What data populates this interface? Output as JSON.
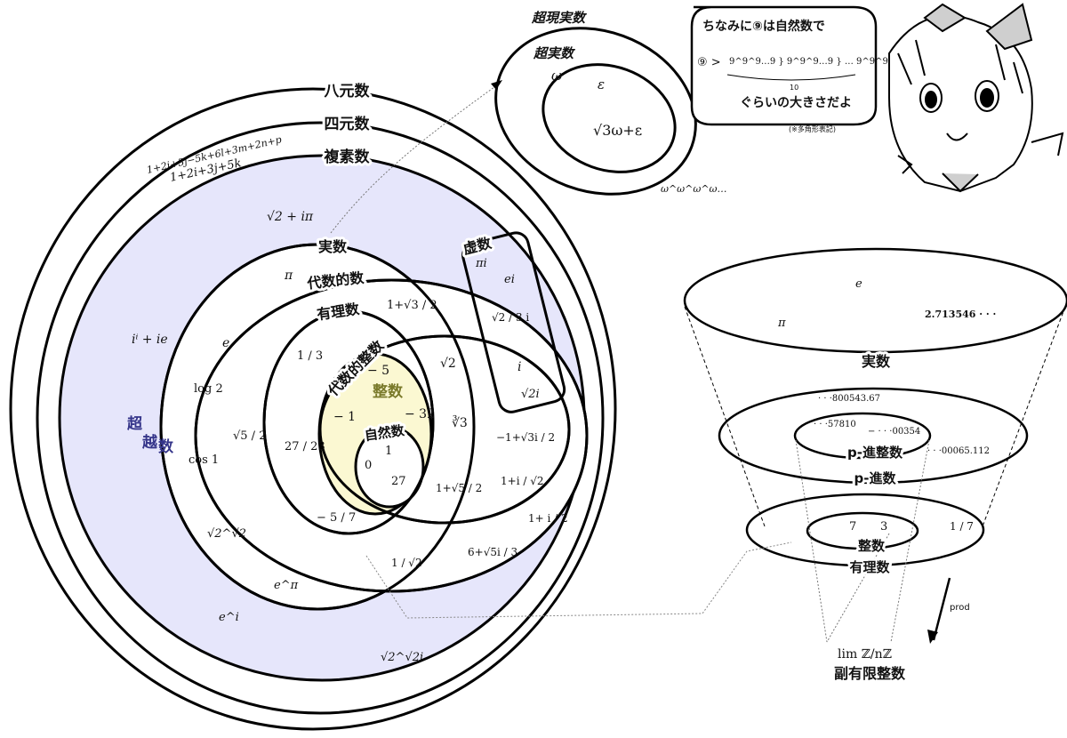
{
  "sets": {
    "octonions": "八元数",
    "quaternions": "四元数",
    "complex": "複素数",
    "real": "実数",
    "algebraic": "代数的数",
    "rational": "有理数",
    "algebraic_integer": "代数的整数",
    "integer": "整数",
    "natural": "自然数",
    "imaginary": "虚数",
    "transcendental": "超越数",
    "hyperreal": "超現実数",
    "surreal": "超実数"
  },
  "examples": {
    "octonion": "1+2i+3j−5k+6l+3m+2n+p",
    "quaternion": "1+2i+3j+5k",
    "complex_a": "√2 + iπ",
    "ii": "iⁱ + ie",
    "pi": "π",
    "e": "e",
    "log2": "log 2",
    "cos1": "cos 1",
    "sqrt2_pow": "√2^√2",
    "e_pi": "e^π",
    "e_i": "e^i",
    "sqrt2_pow_i": "√2^√2i",
    "frac_1sqrt3_2": "1+√3 / 2",
    "sqrt5_2": "√5 / 2",
    "one_third": "1 / 3",
    "frac_27_23": "27 / 23",
    "neg_5_7": "− 5 / 7",
    "minus5": "− 5",
    "minus1": "− 1",
    "minus32": "− 32",
    "one": "1",
    "zero": "0",
    "twentyseven": "27",
    "sqrt2": "√2",
    "cuberoot3": "∛3",
    "frac_1sqrt5_2": "1+√5 / 2",
    "frac_cplx": "−1+√3i / 2",
    "frac_1i_sqrt2": "1+i / √2",
    "one_plus_i_half": "1+ i / 2",
    "frac_6sqrt5i_3": "6+√5i / 3",
    "one_over_sqrt2": "1 / √2",
    "pi_i": "πi",
    "e_i_im": "ei",
    "sqrt2_3_i": "√2 / 3 i",
    "i": "i",
    "sqrt2_i": "√2i",
    "omega": "ω",
    "epsilon": "ε",
    "sqrt3omega": "√3ω+ε",
    "omega_tower": "ω^ω^ω^ω…"
  },
  "speech": {
    "line1": "ちなみに⑨は自然数で",
    "nine_gt": "⑨ >",
    "tower": "9^9^9…9 } 9^9^9…9 } … 9^9^9…9 } 9",
    "count": "10",
    "line2": "ぐらいの大きさだよ",
    "note": "(※多角形表記)"
  },
  "padic": {
    "real": "実数",
    "e": "e",
    "pi": "π",
    "val": "2.713546 · · ·",
    "adic_top": "· · ·800543.67",
    "adic_a": "· · ·57810",
    "adic_b": "− · · ·00354",
    "adic_side": "· · ·00065.112",
    "p_adic_int": "p-進整数",
    "p_adic": "p-進数",
    "seven": "7",
    "three": "3",
    "one_seventh": "1 / 7",
    "integer": "整数",
    "rational": "有理数",
    "prod": "prod",
    "lim": "lim ℤ/nℤ",
    "profinite": "副有限整数"
  },
  "colors": {
    "complex_fill": "#e6e6fb",
    "integer_fill": "#fbf8d2",
    "integer_label": "#7a7a2a",
    "transcendental_label": "#35358a",
    "line": "#000000"
  }
}
